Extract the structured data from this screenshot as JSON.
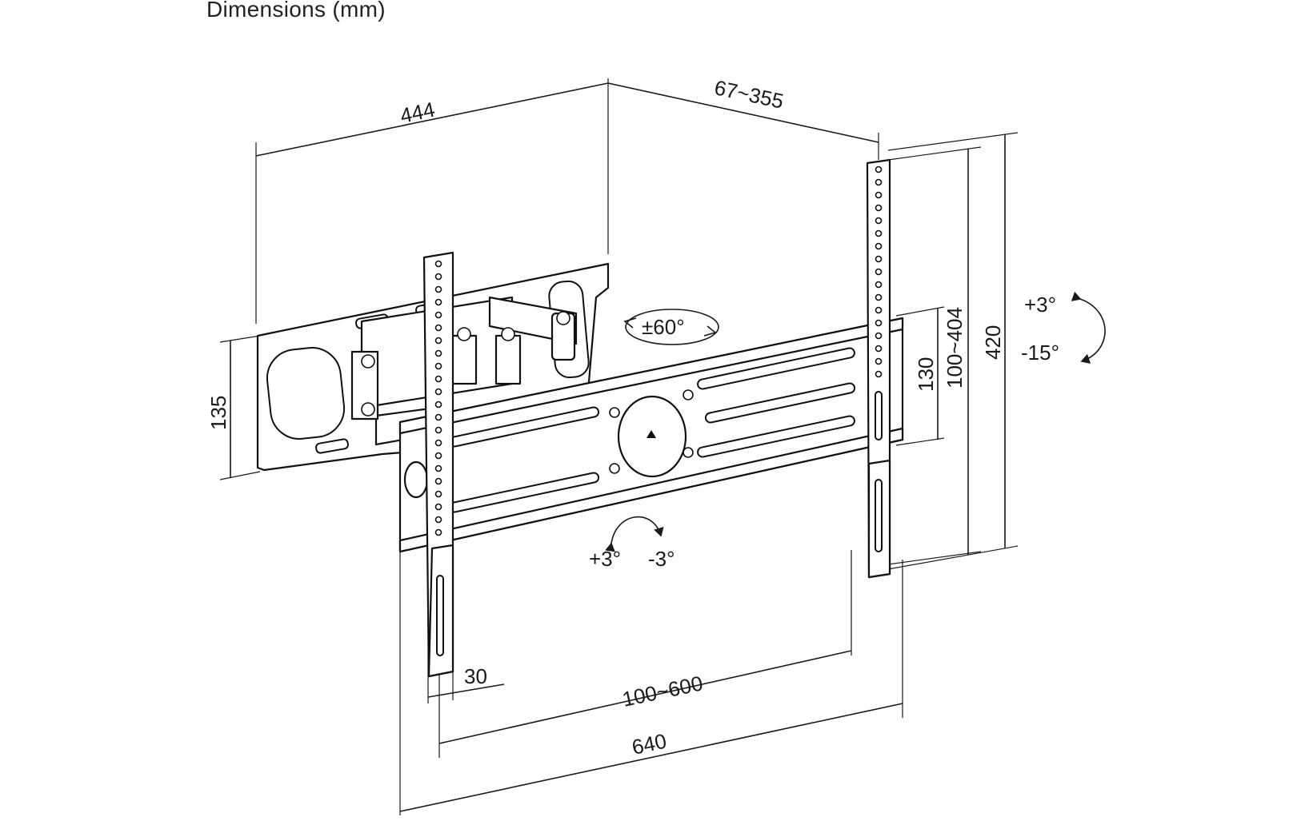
{
  "title": "Dimensions (mm)",
  "dimensions": {
    "depth_width": "444",
    "extension": "67~355",
    "wall_plate_height": "135",
    "rail_spacing": "130",
    "vesa_vertical": "100~404",
    "arm_height": "420",
    "bracket_width": "30",
    "vesa_horizontal": "100~600",
    "total_width": "640"
  },
  "rotations": {
    "swivel": "±60°",
    "tilt_up": "+3°",
    "tilt_down": "-15°",
    "level_plus": "+3°",
    "level_minus": "-3°"
  }
}
